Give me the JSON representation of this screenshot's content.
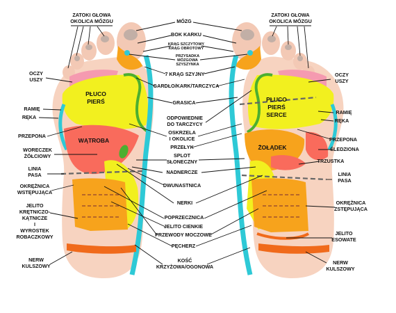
{
  "labels": {
    "zatoki_l": [
      "ZATOKI GŁOWA",
      "OKOLICA MÓZGU"
    ],
    "zatoki_r": [
      "ZATOKI GŁOWA",
      "OKOLICA MÓZGU"
    ],
    "mozg": "MÓZG",
    "bok_karku": "BOK KARKU",
    "krag_szczytowy": [
      "KRĄG SZCZYTOWY",
      "KRĄG OBROTOWY"
    ],
    "przysadka": [
      "PRZYSADKA",
      "MÓZGOWA",
      "SZYSZYNKA"
    ],
    "krag_7": "7 KRĄG SZYJNY",
    "gardlo": "GARDŁO/KARK/TARCZYCA",
    "oczy_l": [
      "OCZY",
      "USZY"
    ],
    "oczy_r": [
      "OCZY",
      "USZY"
    ],
    "grasica": "GRASICA",
    "ramie_l": [
      "RAMIĘ",
      "RĘKA"
    ],
    "ramie_r": [
      "RAMIĘ",
      "RĘKA"
    ],
    "odpowiednie": [
      "ODPOWIEDNIE",
      "DO TARCZYCY"
    ],
    "oskrzela": [
      "OSKRZELA",
      "I OKOLICE"
    ],
    "przepona_l": "PRZEPONA",
    "przepona_r": "PRZEPONA",
    "przelyk": "PRZEŁYK",
    "sledziona": "ŚLEDZIONA",
    "woreczek": [
      "WORECZEK",
      "ŻÓŁCIOWY"
    ],
    "splot": [
      "SPLOT",
      "SŁONECZNY"
    ],
    "trzustka": "TRZUSTKA",
    "nadnercze": "NADNERCZE",
    "linia_l": [
      "LINIA",
      "PASA"
    ],
    "linia_r": [
      "LINIA",
      "PASA"
    ],
    "okreznica_wst": [
      "OKRĘŻNICA",
      "WSTĘPUJĄCA"
    ],
    "dwunastnica": "DWUNASTNICA",
    "nerki": "NERKI",
    "okreznica_zst": [
      "OKRĘŻNICA",
      "ZSTĘPUJĄCA"
    ],
    "jelito_kret": [
      "JELITO",
      "KRĘTNICZO-",
      "KĄTNICZE",
      "I",
      "WYROSTEK",
      "ROBACZKOWY"
    ],
    "poprzecznica": "POPRZECZNICA",
    "jelito_cienkie": "JELITO CIENKIE",
    "przewody": "PRZEWODY MOCZOWE",
    "jelito_esowate": [
      "JELITO",
      "ESOWATE"
    ],
    "pecherz": "PĘCHERZ",
    "kosc": [
      "KOŚĆ",
      "KRZYŻOWA/OGONOWA"
    ],
    "nerw_l": [
      "NERW",
      "KULSZOWY"
    ],
    "nerw_r": [
      "NERW",
      "KULSZOWY"
    ],
    "pluco_l": [
      "PŁUCO",
      "PIERŚ"
    ],
    "pluco_r": [
      "PŁUCO",
      "PIERŚ",
      "SERCE"
    ],
    "watroba": "WĄTROBA",
    "zoladek": "ŻOŁĄDEK"
  },
  "colors": {
    "skin": "#f7d3c0",
    "toe": "#f3c9b5",
    "lung": "#f2f01f",
    "liver": "#f96b5c",
    "intestine": "#f7a31c",
    "spine": "#2ec9d6",
    "green": "#4caf30",
    "band": "#f06a1b",
    "pink": "#f59ab0"
  }
}
